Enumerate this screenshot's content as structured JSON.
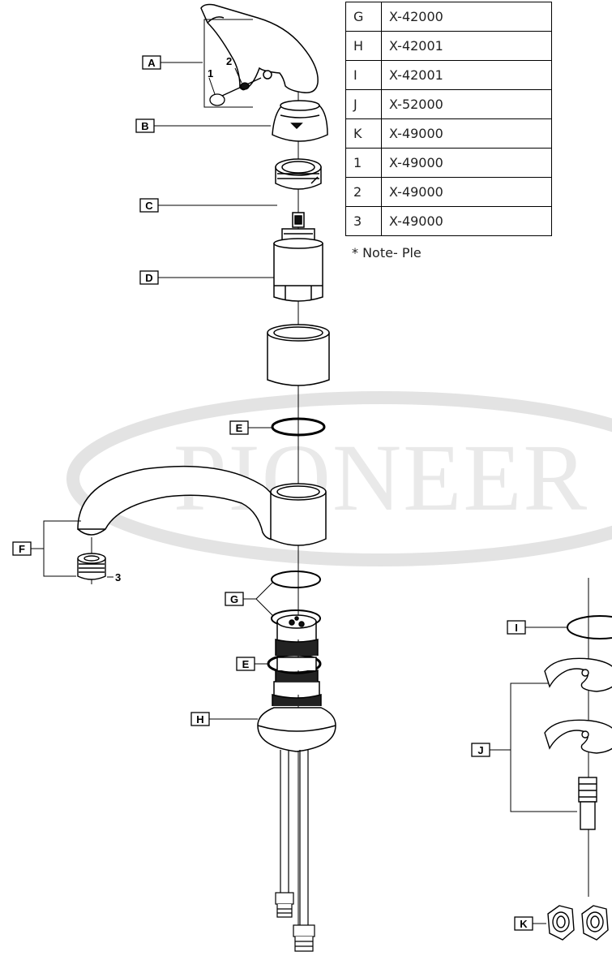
{
  "watermark": "PIONEER",
  "table_rows": [
    {
      "letter": "G",
      "part": "X-42000"
    },
    {
      "letter": "H",
      "part": "X-42001"
    },
    {
      "letter": "I",
      "part": "X-42001"
    },
    {
      "letter": "J",
      "part": "X-52000"
    },
    {
      "letter": "K",
      "part": "X-49000"
    },
    {
      "letter": "1",
      "part": "X-49000"
    },
    {
      "letter": "2",
      "part": "X-49000"
    },
    {
      "letter": "3",
      "part": "X-49000"
    }
  ],
  "note": "* Note- Ple",
  "callouts": {
    "a": "A",
    "b": "B",
    "c": "C",
    "d": "D",
    "e1": "E",
    "f": "F",
    "g": "G",
    "e2": "E",
    "h": "H",
    "i": "I",
    "j": "J",
    "k": "K",
    "n1": "1",
    "n2": "2",
    "n3": "3"
  }
}
